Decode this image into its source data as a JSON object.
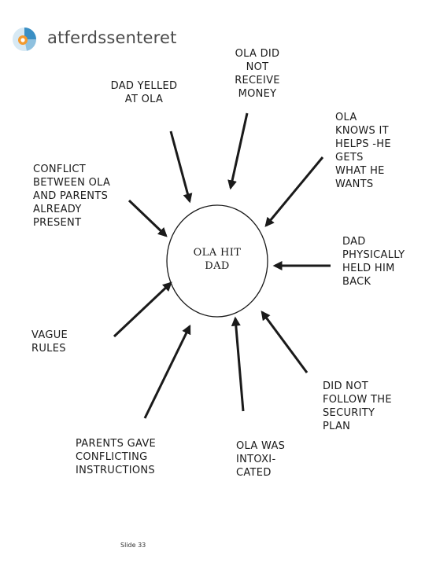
{
  "logo": {
    "text": "atferdssenteret",
    "icon": "atferdssenteret-logo-icon"
  },
  "hub": {
    "label": "OLA HIT\nDAD"
  },
  "causes": [
    {
      "label": "DAD YELLED\nAT OLA"
    },
    {
      "label": "OLA DID\nNOT\nRECEIVE\nMONEY"
    },
    {
      "label": "OLA\nKNOWS IT\nHELPS -HE\nGETS\nWHAT HE\nWANTS"
    },
    {
      "label": "CONFLICT\nBETWEEN OLA\nAND PARENTS\nALREADY\nPRESENT"
    },
    {
      "label": "DAD\nPHYSICALLY\nHELD HIM\nBACK"
    },
    {
      "label": "VAGUE\nRULES"
    },
    {
      "label": "DID NOT\nFOLLOW THE\nSECURITY\nPLAN"
    },
    {
      "label": "PARENTS GAVE\nCONFLICTING\nINSTRUCTIONS"
    },
    {
      "label": "OLA WAS\nINTOXI-\nCATED"
    }
  ],
  "footer": {
    "slide": "Slide 33"
  },
  "colors": {
    "logo_orange": "#f39a2e",
    "logo_blue": "#3a8fc4",
    "ink": "#1a1a1a"
  }
}
